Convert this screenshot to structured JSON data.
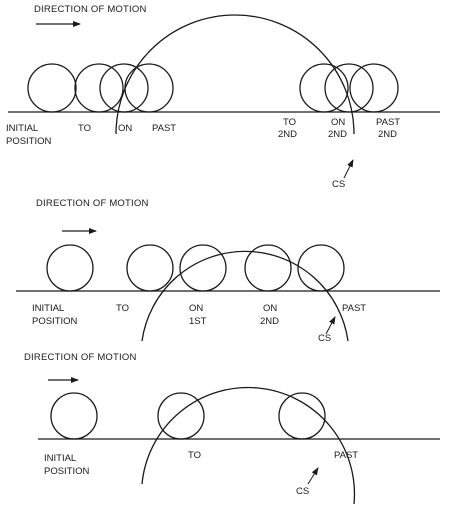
{
  "panels": [
    {
      "id": "panel-1",
      "title": "DIRECTION OF MOTION",
      "labels": {
        "initial": [
          "INITIAL",
          "POSITION"
        ],
        "to": [
          "TO"
        ],
        "on": [
          "ON"
        ],
        "past": [
          "PAST"
        ],
        "to2nd": [
          "TO",
          "2ND"
        ],
        "on2nd": [
          "ON",
          "2ND"
        ],
        "past2nd": [
          "PAST",
          "2ND"
        ],
        "cs": [
          "CS"
        ]
      }
    },
    {
      "id": "panel-2",
      "title": "DIRECTION OF MOTION",
      "labels": {
        "initial": [
          "INITIAL",
          "POSITION"
        ],
        "to": [
          "TO"
        ],
        "on1st": [
          "ON",
          "1ST"
        ],
        "on2nd": [
          "ON",
          "2ND"
        ],
        "past": [
          "PAST"
        ],
        "cs": [
          "CS"
        ]
      }
    },
    {
      "id": "panel-3",
      "title": "DIRECTION OF MOTION",
      "labels": {
        "initial": [
          "INITIAL",
          "POSITION"
        ],
        "to": [
          "TO"
        ],
        "past": [
          "PAST"
        ],
        "cs": [
          "CS"
        ]
      }
    }
  ]
}
